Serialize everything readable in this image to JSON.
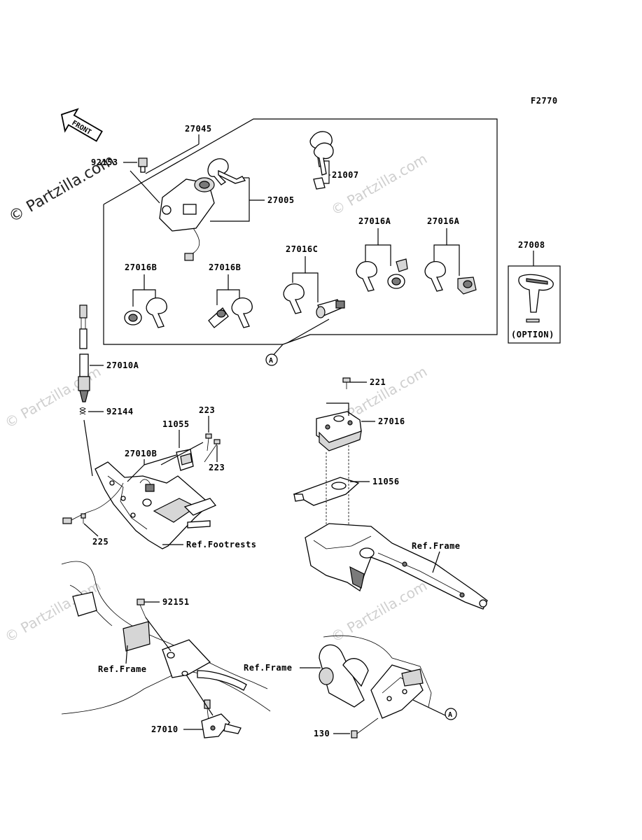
{
  "diagram_code": "F2770",
  "watermark": "© Partzilla.com",
  "front_label": "FRONT",
  "option_label": "(OPTION)",
  "ref_marker": "A",
  "parts": {
    "p27045": "27045",
    "p92153": "92153",
    "p27005": "27005",
    "p21007": "21007",
    "p27016A_1": "27016A",
    "p27016A_2": "27016A",
    "p27016B_1": "27016B",
    "p27016B_2": "27016B",
    "p27016C": "27016C",
    "p27008": "27008",
    "p27010A": "27010A",
    "p92144": "92144",
    "p223_1": "223",
    "p223_2": "223",
    "p11055": "11055",
    "p27010B": "27010B",
    "p225": "225",
    "p221": "221",
    "p27016": "27016",
    "p11056": "11056",
    "p92151": "92151",
    "p27010": "27010",
    "p130": "130"
  },
  "refs": {
    "footrests": "Ref.Footrests",
    "frame_1": "Ref.Frame",
    "frame_2": "Ref.Frame",
    "frame_3": "Ref.Frame"
  }
}
